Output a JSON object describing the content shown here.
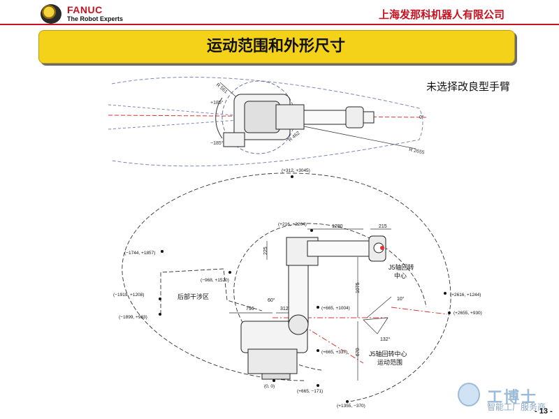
{
  "header": {
    "brand": "FANUC",
    "tagline": "The Robot Experts",
    "company": "上海发那科机器人有限公司"
  },
  "banner": {
    "title": "运动范围和外形尺寸"
  },
  "subtitle": "未选择改良型手臂",
  "top_view": {
    "angle_pos": "+185°",
    "angle_neg": "−185°",
    "angle_zero": "0°",
    "r_small": "R 561",
    "r_mid": "R 462",
    "r_large": "R 2655"
  },
  "side_view": {
    "points": [
      "(+312, +3045)",
      "(+216, +2204)",
      "(−1744, +1857)",
      "(−968, +1520)",
      "(−1919, +1208)",
      "(−1899, +983)",
      "(+665, +1004)",
      "(+2616, +1244)",
      "(+2655, +930)",
      "(+665, +337)",
      "(0, 0)",
      "(+665, −171)",
      "(+1355, −370)"
    ],
    "dims": [
      "1280",
      "215",
      "225",
      "1075",
      "796",
      "312",
      "670",
      "10°",
      "132°",
      "60°"
    ],
    "labels": {
      "j5_center": "J5轴回转\n中心",
      "rear_zone": "后部干涉区",
      "j5_range": "J5轴回转中心\n运动范围"
    }
  },
  "watermark": {
    "mark": "工博士",
    "text": "智能工厂服务商"
  },
  "page_number": "- 13 -"
}
